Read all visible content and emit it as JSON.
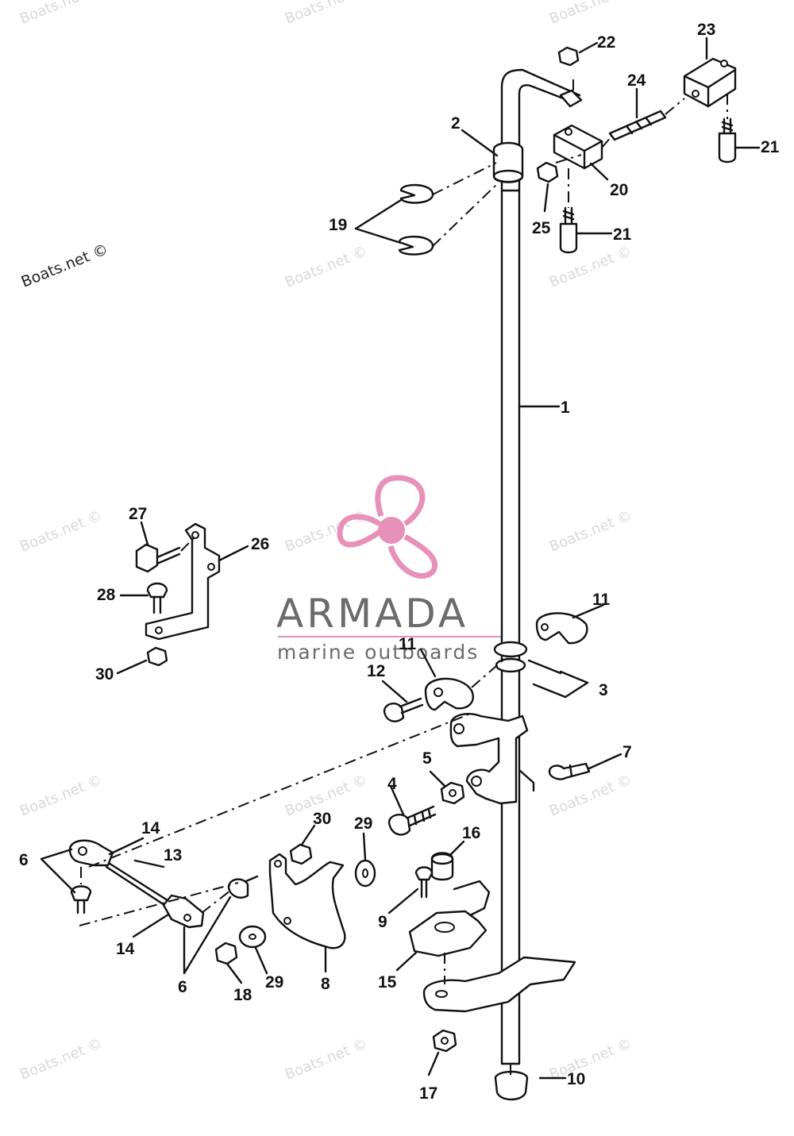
{
  "watermark": {
    "text": "Boats.net ©",
    "brand": "ARMADA",
    "brand_sub": "marine outboards",
    "brand_color": "#e891b8"
  },
  "callouts": [
    {
      "id": "c1",
      "text": "1"
    },
    {
      "id": "c2",
      "text": "2"
    },
    {
      "id": "c3",
      "text": "3"
    },
    {
      "id": "c4",
      "text": "4"
    },
    {
      "id": "c5",
      "text": "5"
    },
    {
      "id": "c6a",
      "text": "6"
    },
    {
      "id": "c6b",
      "text": "6"
    },
    {
      "id": "c7",
      "text": "7"
    },
    {
      "id": "c8",
      "text": "8"
    },
    {
      "id": "c9",
      "text": "9"
    },
    {
      "id": "c10",
      "text": "10"
    },
    {
      "id": "c11a",
      "text": "11"
    },
    {
      "id": "c11b",
      "text": "11"
    },
    {
      "id": "c12",
      "text": "12"
    },
    {
      "id": "c13",
      "text": "13"
    },
    {
      "id": "c14a",
      "text": "14"
    },
    {
      "id": "c14b",
      "text": "14"
    },
    {
      "id": "c15",
      "text": "15"
    },
    {
      "id": "c16",
      "text": "16"
    },
    {
      "id": "c17",
      "text": "17"
    },
    {
      "id": "c18",
      "text": "18"
    },
    {
      "id": "c19",
      "text": "19"
    },
    {
      "id": "c20",
      "text": "20"
    },
    {
      "id": "c21a",
      "text": "21"
    },
    {
      "id": "c21b",
      "text": "21"
    },
    {
      "id": "c22",
      "text": "22"
    },
    {
      "id": "c23",
      "text": "23"
    },
    {
      "id": "c24",
      "text": "24"
    },
    {
      "id": "c25",
      "text": "25"
    },
    {
      "id": "c26",
      "text": "26"
    },
    {
      "id": "c27",
      "text": "27"
    },
    {
      "id": "c28",
      "text": "28"
    },
    {
      "id": "c29a",
      "text": "29"
    },
    {
      "id": "c29b",
      "text": "29"
    },
    {
      "id": "c30a",
      "text": "30"
    },
    {
      "id": "c30b",
      "text": "30"
    }
  ]
}
